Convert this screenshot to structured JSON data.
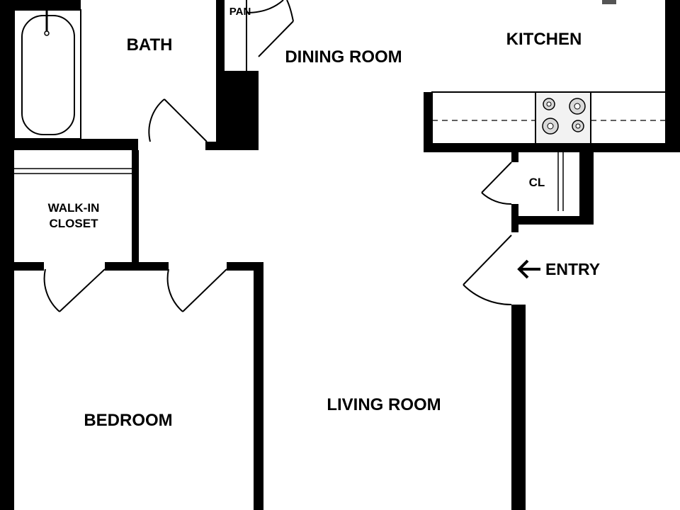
{
  "rooms": {
    "bath": "BATH",
    "pantry": "PAN",
    "dining_room": "DINING ROOM",
    "kitchen": "KITCHEN",
    "walk_in_closet_line1": "WALK-IN",
    "walk_in_closet_line2": "CLOSET",
    "closet": "CL",
    "entry": "ENTRY",
    "living_room": "LIVING ROOM",
    "bedroom": "BEDROOM"
  },
  "icons": {
    "entry_arrow": "arrow-left-icon",
    "range": "stove-icon",
    "tub": "bathtub-icon"
  },
  "colors": {
    "wall": "#000000",
    "background": "#ffffff",
    "fixture_fill": "#f2f2f2",
    "burner": "#d9d9d9"
  }
}
